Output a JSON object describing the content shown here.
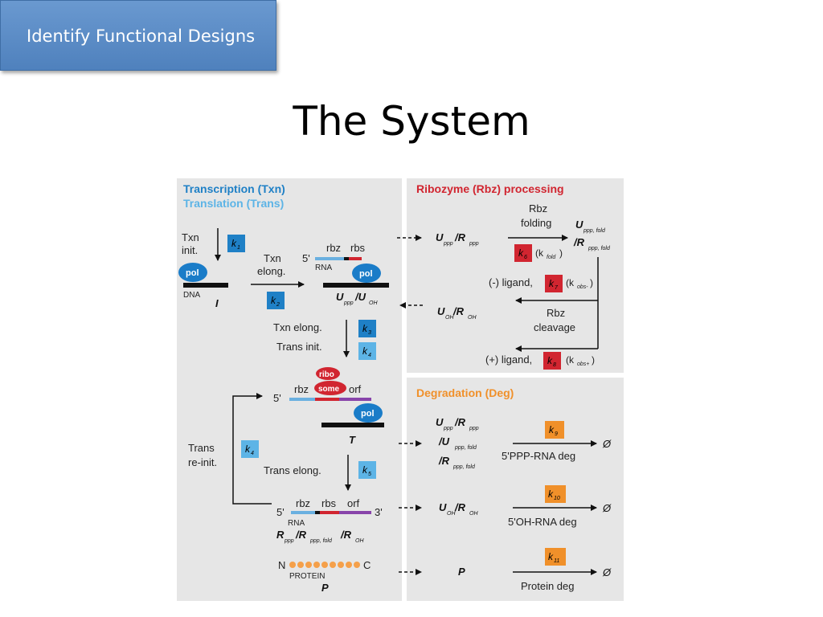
{
  "slide": {
    "section_tag": "Identify Functional Designs",
    "title": "The System"
  },
  "colors": {
    "panel_bg": "#e6e6e6",
    "txn_blue": "#1f80c6",
    "trans_lightblue": "#5db4e6",
    "rbz_red": "#d12530",
    "deg_orange": "#f0902a",
    "pol_blue": "#1a7cc8",
    "ribo_red": "#d12530",
    "rbz_segment": "#6ab0e0",
    "rbs_segment": "#d12530",
    "orf_segment": "#8844aa",
    "protein_dots": "#f5a04a"
  },
  "diagram": {
    "txn_panel": {
      "title_txn": "Transcription (Txn)",
      "title_trans": "Translation (Trans)",
      "txn_init_1": "Txn",
      "txn_init_2": "init.",
      "k1": "k",
      "k1_sub": "1",
      "pol": "pol",
      "dna": "DNA",
      "I": "I",
      "txn_elong_1": "Txn",
      "txn_elong_2": "elong.",
      "k2": "k",
      "k2_sub": "2",
      "five_prime": "5'",
      "rbz": "rbz",
      "rbs": "rbs",
      "rna": "RNA",
      "u_ppp": "U",
      "u_ppp_sub": "ppp",
      "u_oh": "/U",
      "u_oh_sub": "OH",
      "txn_elong_label": "Txn elong.",
      "trans_init_label": "Trans init.",
      "k3": "k",
      "k3_sub": "3",
      "k4": "k",
      "k4_sub": "4",
      "ribo": "ribo",
      "some": "some",
      "orf": "orf",
      "T": "T",
      "trans_reinit_1": "Trans",
      "trans_reinit_2": "re-init.",
      "k4b": "k",
      "k4b_sub": "4",
      "trans_elong_label": "Trans elong.",
      "k5": "k",
      "k5_sub": "5",
      "three_prime": "3'",
      "r_ppp": "R",
      "r_ppp_sub": "ppp",
      "r_fold": "/R",
      "r_fold_sub": "ppp, fold",
      "r_oh": "/R",
      "r_oh_sub": "OH",
      "N": "N",
      "C": "C",
      "protein": "PROTEIN",
      "P": "P"
    },
    "rbz_panel": {
      "title": "Ribozyme (Rbz) processing",
      "left_top_U": "U",
      "left_top_U_sub": "ppp",
      "left_top_R": "/R",
      "left_top_R_sub": "ppp",
      "rbz_folding_1": "Rbz",
      "rbz_folding_2": "folding",
      "k6": "k",
      "k6_sub": "6",
      "kfold": "(k",
      "kfold_sub": "fold",
      "kfold_close": ")",
      "right_U": "U",
      "right_U_sub": "ppp, fold",
      "right_R": "/R",
      "right_R_sub": "ppp, fold",
      "minus_ligand": "(-) ligand,",
      "k7": "k",
      "k7_sub": "7",
      "kobs_minus": "(k",
      "kobs_minus_sub": "obs-",
      "kobs_minus_close": ")",
      "rbz_cleavage_1": "Rbz",
      "rbz_cleavage_2": "cleavage",
      "left_bottom_U": "U",
      "left_bottom_U_sub": "OH",
      "left_bottom_R": "/R",
      "left_bottom_R_sub": "OH",
      "plus_ligand": "(+) ligand,",
      "k8": "k",
      "k8_sub": "8",
      "kobs_plus": "(k",
      "kobs_plus_sub": "obs+",
      "kobs_plus_close": ")"
    },
    "deg_panel": {
      "title": "Degradation (Deg)",
      "row1_a": "U",
      "row1_a_sub": "ppp",
      "row1_b": "/R",
      "row1_b_sub": "ppp",
      "row1_c": "/U",
      "row1_c_sub": "ppp, fold",
      "row1_d": "/R",
      "row1_d_sub": "ppp, fold",
      "k9": "k",
      "k9_sub": "9",
      "deg1_label": "5'PPP-RNA deg",
      "null1": "Ø",
      "row2_a": "U",
      "row2_a_sub": "OH",
      "row2_b": "/R",
      "row2_b_sub": "OH",
      "k10": "k",
      "k10_sub": "10",
      "deg2_label": "5'OH-RNA deg",
      "null2": "Ø",
      "row3_P": "P",
      "k11": "k",
      "k11_sub": "11",
      "deg3_label": "Protein deg",
      "null3": "Ø"
    }
  }
}
